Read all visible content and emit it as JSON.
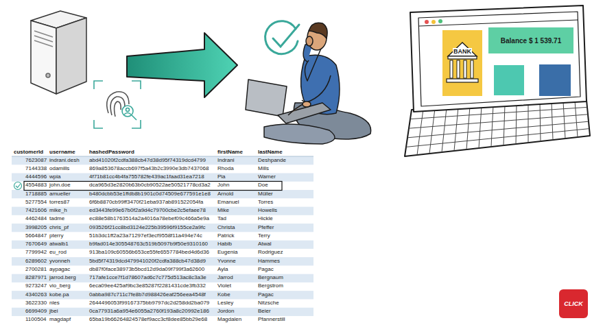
{
  "diagram": {
    "nodes": [
      {
        "text": [
          "BANK"
        ]
      },
      {
        "text": [
          "Balance $ 1 539.71"
        ]
      },
      {
        "text": [
          "CLICK"
        ]
      }
    ],
    "labels": [
      "customerId",
      "username",
      "hashedPassword",
      "firstName",
      "lastName",
      "7623087",
      "indrani.desh",
      "abd41020f2cdfa388cb47d38d95f74319dcd4799",
      "Indrani",
      "Deshpande",
      "7144338",
      "odamills",
      "869a853678accb697f5a43b2c3990e3db7437068",
      "Rhoda",
      "Mills",
      "4444596",
      "wpia",
      "4f71b81cc4b4fa755782fe439ac1faad31ea7218",
      "Pia",
      "Warner",
      "4554883",
      "john.doe",
      "dca965d3e2820b63b0cb90522ae50521778cd3a2",
      "John",
      "Doe",
      "1718885",
      "amueller",
      "b480dcbb53e1ffdb8b1901c0d74509e677591e1e8",
      "Arnold",
      "Müller",
      "5277554",
      "torres87",
      "6f6b8870cb99ff3470f21eba937ab891522054fa",
      "Emanuel",
      "Torres",
      "7421606",
      "mike_h",
      "ed3443fe99e67b0f2a9d4c79700cbe2c5efaee78",
      "Mike",
      "Howells",
      "4462484",
      "tadme",
      "ec88e58b1763514a2a4016a78ebef09c466a5e9a",
      "Tad",
      "Hickle",
      "3998205",
      "chris_pf",
      "093526f21cc8bd3124e225b39596f9155ce2a9fc",
      "Christa",
      "Pfeffer",
      "5664847",
      "pterry",
      "51b3dc1ff2a23a71297ef3ecf9558f11a494e74c",
      "Patrick",
      "Terry",
      "7670649",
      "atwalb1",
      "b9fad014e305548763c519b5097b9f50e9310160",
      "Habib",
      "Atwal",
      "7799942",
      "eu_rod",
      "913ba109c60556b653ce55fe6557784bed4d6d36",
      "Eugenia",
      "Rodriguez",
      "6289602",
      "yvonneh",
      "5bd5f74319dcd479941020f2cdfa388cb47d38d9",
      "Yvonne",
      "Hammes",
      "2700281",
      "aypagac",
      "db87f0face38973b5bcd12d9da09f799f3a62600",
      "Ayla",
      "Pagac",
      "8287971",
      "jarrod.berg",
      "717afe1cce7f1d78607ad6c7c775d513ac8c3a3e",
      "Jarrod",
      "Bergnaum",
      "9273247",
      "vio_berg",
      "6eca09ee425af9bc3e85287f2281431cde3fb332",
      "Violet",
      "Bergstrom",
      "4340263",
      "kobe.pa",
      "0abba987c711c7fe8b7d988426eaf256eea4548f",
      "Kobe",
      "Pagac",
      "3622330",
      "nles",
      "2644496053f99167375bb9797dc2d258dd2ba079",
      "Lesley",
      "Nitzsche",
      "6699409",
      "jbei",
      "0ca77931a6a954e6055a2760f193a8c20992e186",
      "Jordon",
      "Beier",
      "1100504",
      "magdapf",
      "65ba19b66264824578ef9acc3cf8dee85bb29e68",
      "Magdalen",
      "Pfannerstill"
    ]
  }
}
